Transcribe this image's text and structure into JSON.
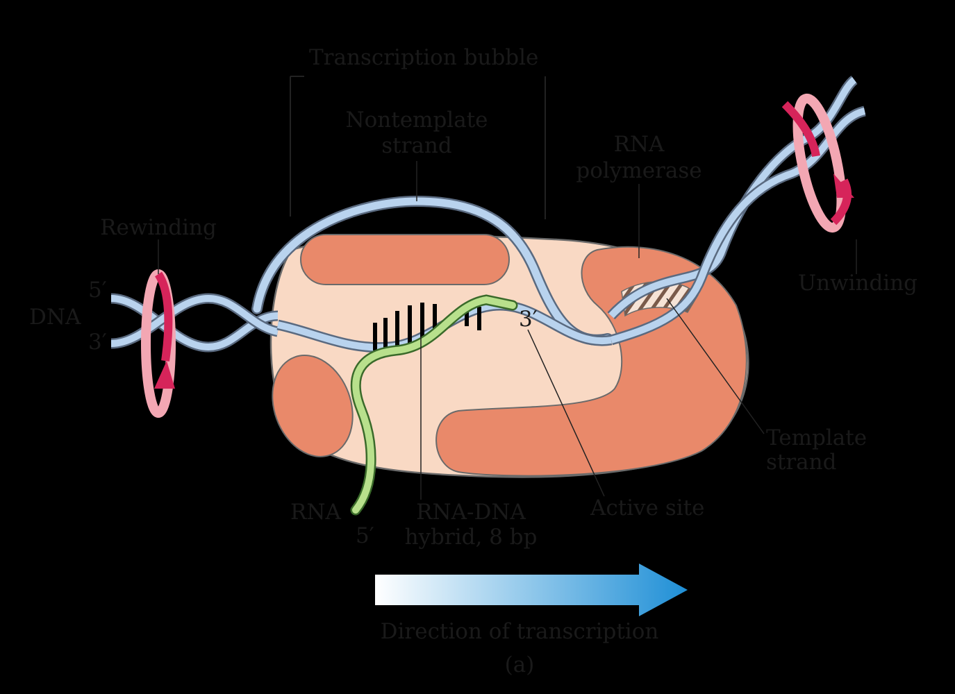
{
  "labels": {
    "transcription_bubble": "Transcription bubble",
    "nontemplate_line1": "Nontemplate",
    "nontemplate_line2": "strand",
    "rna_polymerase_line1": "RNA",
    "rna_polymerase_line2": "polymerase",
    "rewinding": "Rewinding",
    "unwinding": "Unwinding",
    "dna": "DNA",
    "dna_5prime": "5′",
    "dna_3prime": "3′",
    "rna_3prime": "3′",
    "rna_5prime": "5′",
    "template_line1": "Template",
    "template_line2": "strand",
    "rna": "RNA",
    "hybrid_line1": "RNA-DNA",
    "hybrid_line2": "hybrid, 8 bp",
    "active_site": "Active site",
    "direction": "Direction of transcription",
    "panel": "(a)"
  },
  "colors": {
    "background": "#000000",
    "polymerase_body": "#f9d9c4",
    "polymerase_subunit": "#e9896a",
    "dna_strand": "#b9d3ee",
    "rna_strand": "#8cc96a",
    "rotation_arrow": "#d6245a",
    "direction_arrow": "#1f8fd6"
  },
  "icons": {
    "rewinding": "rotation-arrow-icon",
    "unwinding": "rotation-arrow-icon",
    "direction": "right-arrow-icon"
  }
}
